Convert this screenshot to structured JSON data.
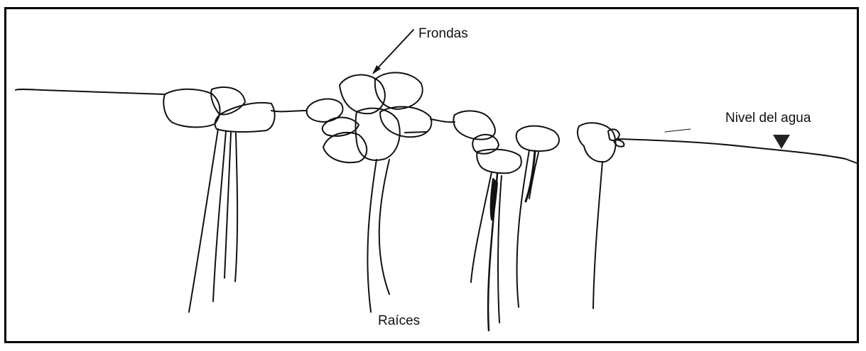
{
  "labels": {
    "fronds": "Frondas",
    "water_level": "Nivel del agua",
    "roots": "Raíces"
  },
  "colors": {
    "ink": "#111111",
    "frame": "#000000",
    "background": "#ffffff"
  },
  "icons": {
    "water_level_marker": "inverted-triangle"
  }
}
